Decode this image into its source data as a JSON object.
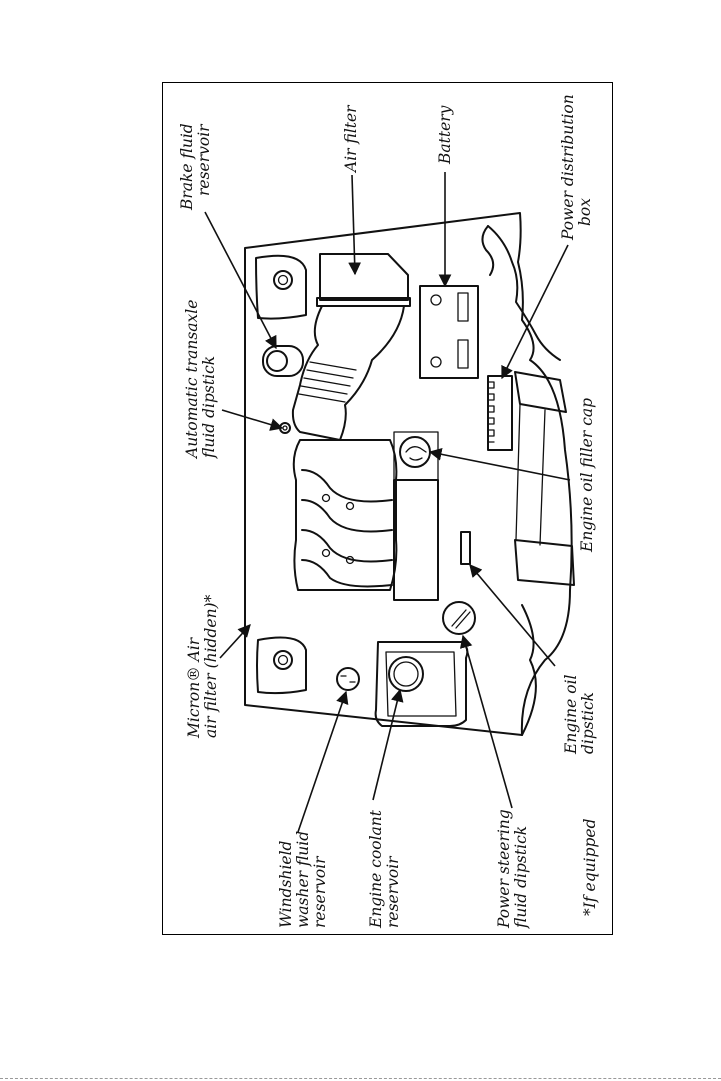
{
  "labels": {
    "brake_fluid": [
      "Brake fluid",
      "reservoir"
    ],
    "air_filter": [
      "Air filter"
    ],
    "battery": [
      "Battery"
    ],
    "power_distribution": [
      "Power distribution",
      "box"
    ],
    "auto_transaxle": [
      "Automatic transaxle",
      "fluid dipstick"
    ],
    "oil_filler": [
      "Engine oil  filler cap"
    ],
    "micron_air": [
      "Micron® Air",
      "air filter (hidden)*"
    ],
    "engine_oil_dipstick": [
      "Engine oil",
      "dipstick"
    ],
    "washer_fluid": [
      "Windshield",
      "washer fluid",
      "reservoir"
    ],
    "coolant": [
      "Engine coolant",
      "reservoir"
    ],
    "power_steering": [
      "Power steering",
      "fluid dipstick"
    ],
    "footnote": [
      "*If equipped"
    ]
  },
  "colors": {
    "ink": "#111111",
    "paper": "#ffffff"
  }
}
